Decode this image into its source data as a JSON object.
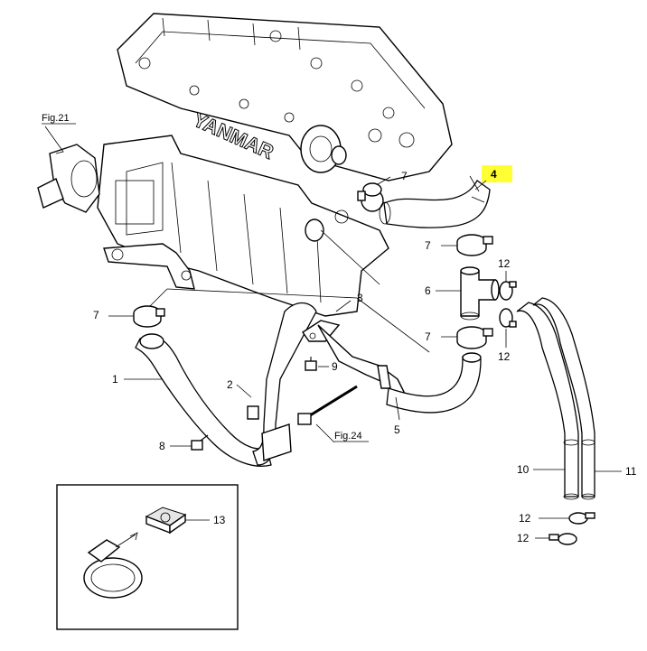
{
  "callouts": {
    "p1": "1",
    "p2": "2",
    "p3": "3",
    "p4": "4",
    "p5": "5",
    "p6": "6",
    "p7a": "7",
    "p7b": "7",
    "p7c": "7",
    "p7d": "7",
    "p8": "8",
    "p9": "9",
    "p10": "10",
    "p11": "11",
    "p12a": "12",
    "p12b": "12",
    "p12c": "12",
    "p12d": "12",
    "p13": "13"
  },
  "figure_refs": {
    "fig21": "Fig.21",
    "fig24": "Fig.24"
  },
  "engine_brand": "YANMAR",
  "highlight": {
    "part": "4",
    "color": "#ffff33"
  }
}
